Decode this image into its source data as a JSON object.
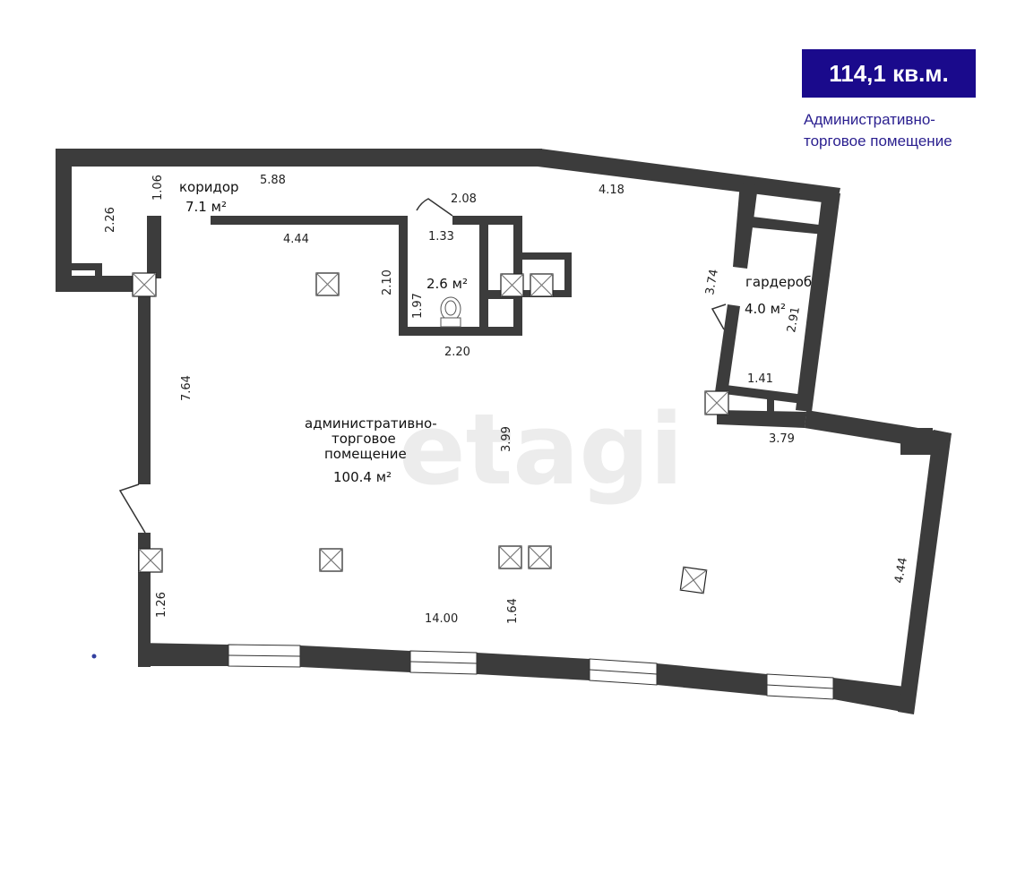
{
  "header": {
    "area_badge": "114,1 кв.м.",
    "subtitle_line1": "Административно-",
    "subtitle_line2": "торговое помещение",
    "badge_color": "#1a0a8c",
    "subtitle_color": "#2a1f8f"
  },
  "watermark": "etagi",
  "rooms": {
    "corridor": {
      "name": "коридор",
      "area": "7.1 м²"
    },
    "wc": {
      "name": "",
      "area": "2.6 м²"
    },
    "wardrobe": {
      "name": "гардероб",
      "area": "4.0 м²"
    },
    "main": {
      "name_line1": "административно-",
      "name_line2": "торговое",
      "name_line3": "помещение",
      "area": "100.4 м²"
    }
  },
  "dimensions": {
    "d_226": "2.26",
    "d_106": "1.06",
    "d_588": "5.88",
    "d_444_top": "4.44",
    "d_208": "2.08",
    "d_133": "1.33",
    "d_210": "2.10",
    "d_197": "1.97",
    "d_220": "2.20",
    "d_418": "4.18",
    "d_374": "3.74",
    "d_291": "2.91",
    "d_141": "1.41",
    "d_379": "3.79",
    "d_764": "7.64",
    "d_399": "3.99",
    "d_444_right": "4.44",
    "d_126": "1.26",
    "d_1400": "14.00",
    "d_164": "1.64"
  }
}
